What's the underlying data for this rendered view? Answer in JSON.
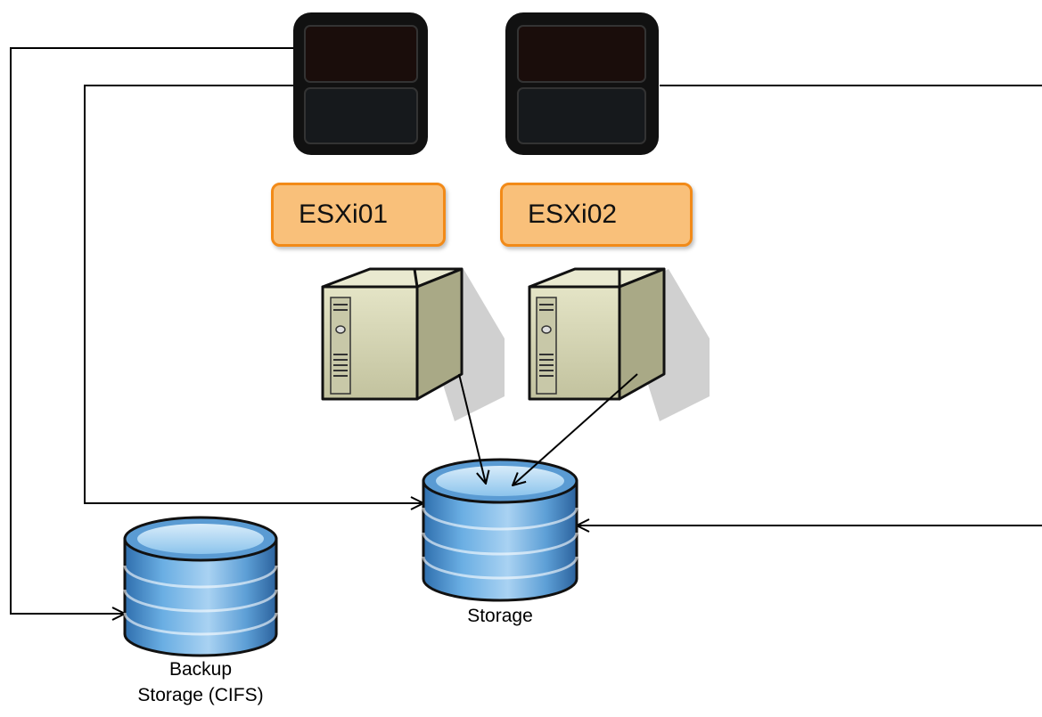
{
  "hosts": [
    {
      "label": "ESXi01"
    },
    {
      "label": "ESXi02"
    }
  ],
  "storage": {
    "label": "Storage"
  },
  "backup_storage": {
    "label_line1": "Backup",
    "label_line2": "Storage (CIFS)"
  },
  "colors": {
    "label_fill": "#f9c07a",
    "label_border": "#f28a18",
    "disk_blue": "#4f93cf",
    "server_body": "#d6d6b4"
  }
}
